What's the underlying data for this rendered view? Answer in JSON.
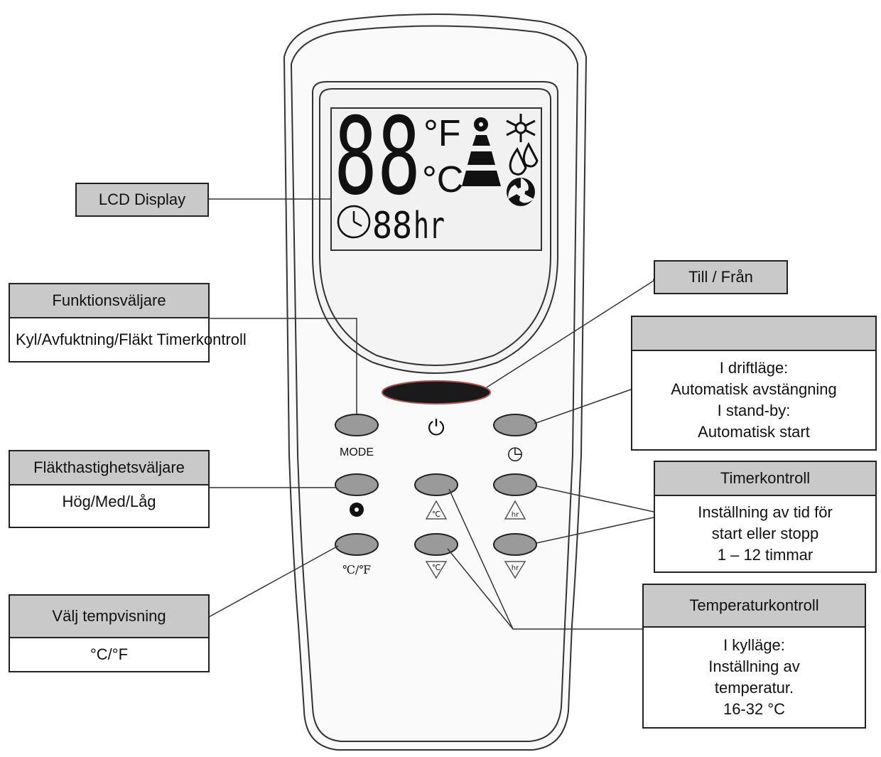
{
  "lcd": {
    "big_digits": "88",
    "unit_f": "°F",
    "unit_c": "°C",
    "timer_digits": "88",
    "timer_unit": "hr"
  },
  "remote": {
    "mode_label": "MODE",
    "power_symbol": "⏻",
    "timer_symbol": "◷",
    "temp_unit_label": "℃/℉",
    "temp_up_label": "℃",
    "temp_down_label": "℃",
    "hr_up_label": "hr",
    "hr_down_label": "hr"
  },
  "callouts": {
    "lcd_display": "LCD Display",
    "mode": {
      "title": "Funktionsväljare",
      "text": "Kyl/Avfuktning/Fläkt Timerkontroll"
    },
    "power": "Till / Från",
    "timer_auto": {
      "title": "",
      "lines": [
        "I driftläge:",
        "Automatisk avstängning",
        "I stand-by:",
        "Automatisk start"
      ]
    },
    "fan": {
      "title": "Fläkthastighetsväljare",
      "text": "Hög/Med/Låg"
    },
    "timer_control": {
      "title": "Timerkontroll",
      "lines": [
        "Inställning av tid för",
        "start eller stopp",
        "1 – 12 timmar"
      ]
    },
    "temp_display": {
      "title": "Välj tempvisning",
      "text": "°C/°F"
    },
    "temp_control": {
      "title": "Temperaturkontroll",
      "lines": [
        "I kylläge:",
        "Inställning av",
        "temperatur.",
        "16-32 °C"
      ]
    }
  }
}
